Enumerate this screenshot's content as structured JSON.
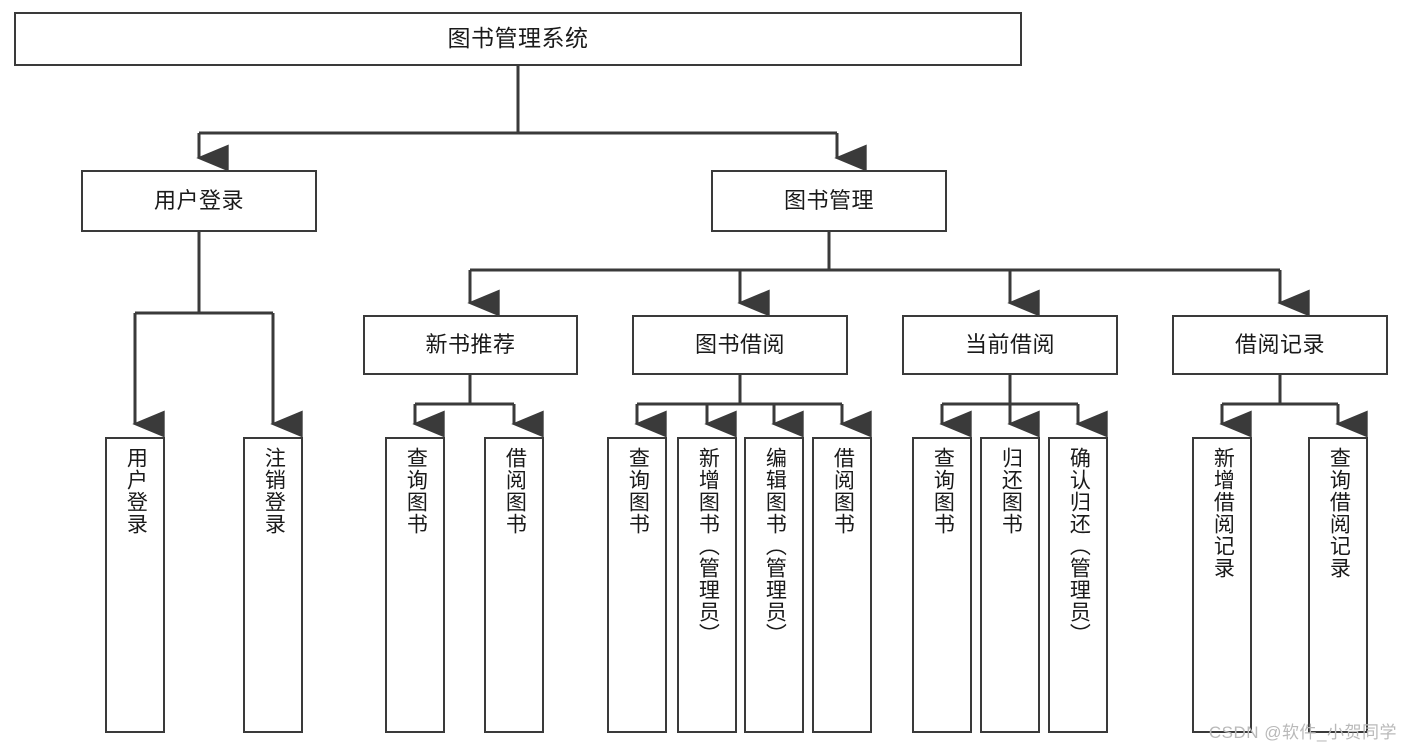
{
  "diagram": {
    "title": "图书管理系统",
    "watermark": "CSDN @软件_小贺同学",
    "line_color": "#3a3a3a",
    "box_fill": "#ffffff",
    "text_color": "#1a1a1a",
    "watermark_color": "#b9b9b9"
  },
  "nodes": {
    "root": {
      "label": "图书管理系统"
    },
    "level2": [
      {
        "label": "用户登录"
      },
      {
        "label": "图书管理"
      }
    ],
    "level3": [
      {
        "label": "新书推荐"
      },
      {
        "label": "图书借阅"
      },
      {
        "label": "当前借阅"
      },
      {
        "label": "借阅记录"
      }
    ],
    "leaves": {
      "user_login": [
        {
          "label": "用户登录"
        },
        {
          "label": "注销登录"
        }
      ],
      "new_book_recommend": [
        {
          "label": "查询图书"
        },
        {
          "label": "借阅图书"
        }
      ],
      "book_borrow": [
        {
          "label": "查询图书"
        },
        {
          "label": "新增图书（管理员）"
        },
        {
          "label": "编辑图书（管理员）"
        },
        {
          "label": "借阅图书"
        }
      ],
      "current_borrow": [
        {
          "label": "查询图书"
        },
        {
          "label": "归还图书"
        },
        {
          "label": "确认归还（管理员）"
        }
      ],
      "borrow_record": [
        {
          "label": "新增借阅记录"
        },
        {
          "label": "查询借阅记录"
        }
      ]
    }
  }
}
